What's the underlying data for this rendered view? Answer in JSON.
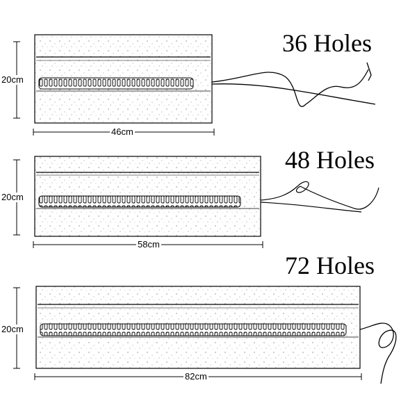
{
  "rolls": [
    {
      "title": "36 Holes",
      "height_label": "20cm",
      "width_label": "46cm"
    },
    {
      "title": "48 Holes",
      "height_label": "20cm",
      "width_label": "58cm"
    },
    {
      "title": "72 Holes",
      "height_label": "20cm",
      "width_label": "82cm"
    }
  ]
}
